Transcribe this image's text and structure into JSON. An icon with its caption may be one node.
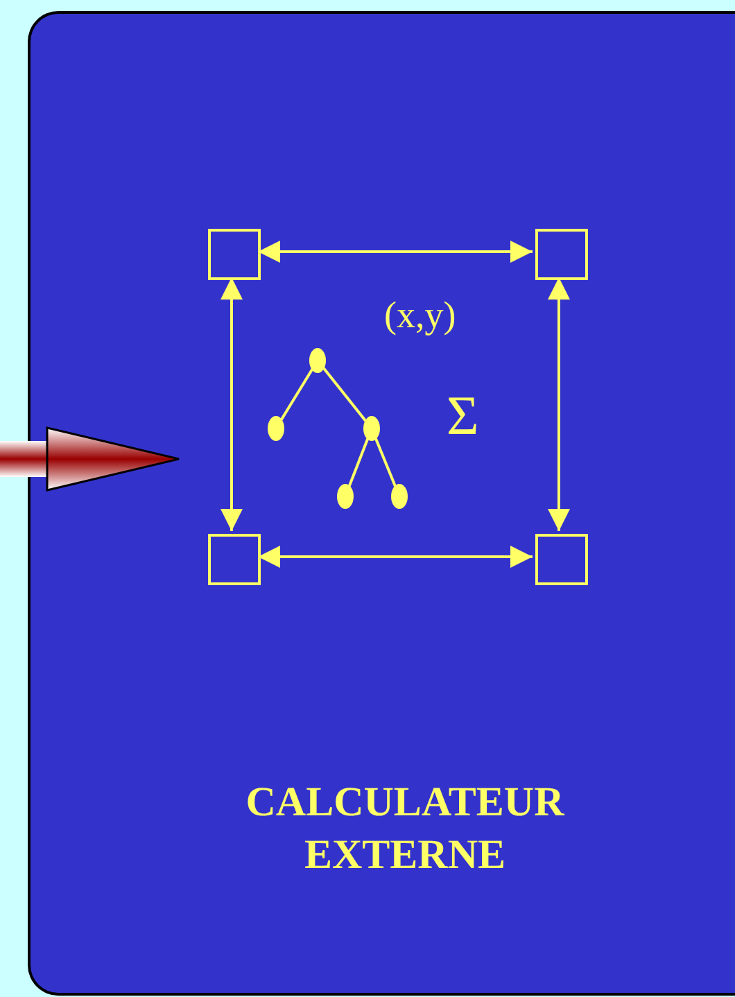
{
  "diagram": {
    "nodes": [
      {
        "text": [
          "CALCULATEUR EXTERNE"
        ]
      },
      {
        "text": [],
        "shape": "box",
        "in": 0
      },
      {
        "text": [],
        "shape": "box",
        "in": 0
      },
      {
        "text": [],
        "shape": "box",
        "in": 0
      },
      {
        "text": [],
        "shape": "box",
        "in": 0
      }
    ],
    "edges": [
      {
        "from": 1,
        "to": 2,
        "arrow": "both"
      },
      {
        "from": 1,
        "to": 3,
        "arrow": "both"
      },
      {
        "from": 2,
        "to": 4,
        "arrow": "both"
      },
      {
        "from": 3,
        "to": 4,
        "arrow": "both"
      },
      {
        "from": null,
        "to": 0,
        "arrow": "to",
        "style": "thick",
        "color": "#990000"
      }
    ],
    "labels": [
      "(x,y)",
      "Σ"
    ]
  }
}
